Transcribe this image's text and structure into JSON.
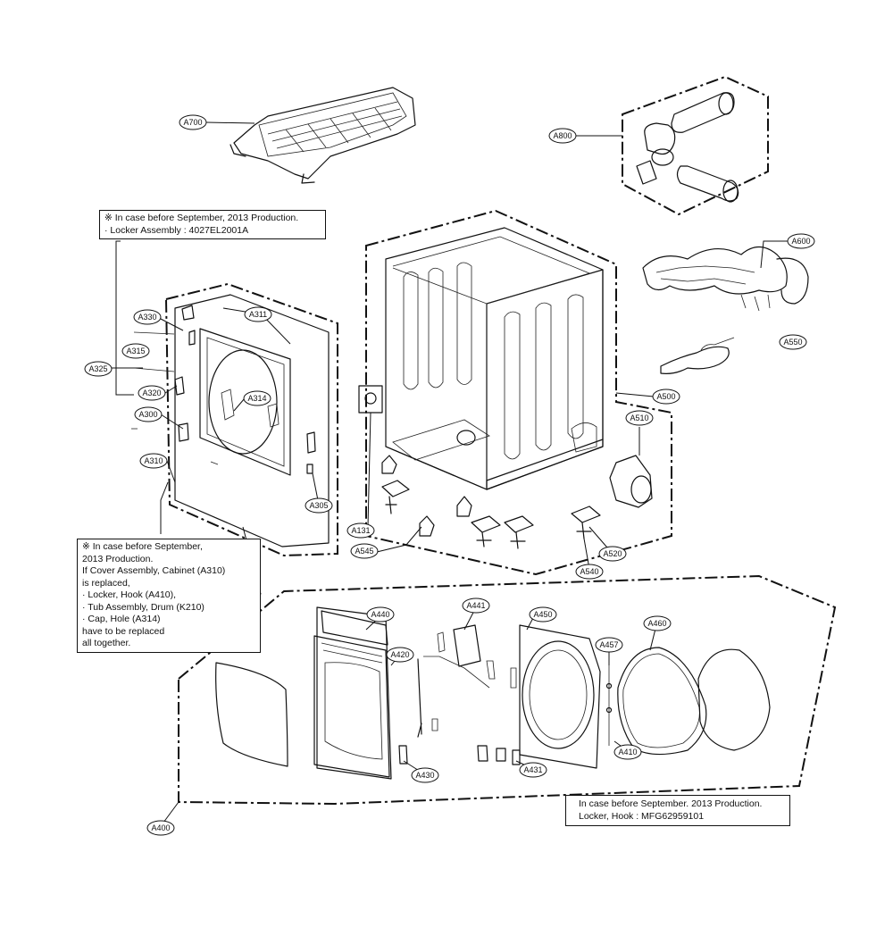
{
  "callouts": {
    "A700": "A700",
    "A800": "A800",
    "A600": "A600",
    "A550": "A550",
    "A500": "A500",
    "A510": "A510",
    "A520": "A520",
    "A540": "A540",
    "A545": "A545",
    "A131": "A131",
    "A330": "A330",
    "A311": "A311",
    "A315": "A315",
    "A325": "A325",
    "A320": "A320",
    "A314": "A314",
    "A300": "A300",
    "A310": "A310",
    "A305": "A305",
    "A440": "A440",
    "A441": "A441",
    "A450": "A450",
    "A457": "A457",
    "A460": "A460",
    "A420": "A420",
    "A430": "A430",
    "A431": "A431",
    "A410": "A410",
    "A400": "A400"
  },
  "notes": {
    "top_left": {
      "line1": "※ In case before September, 2013 Production.",
      "line2": "· Locker Assembly : 4027EL2001A"
    },
    "mid_left": {
      "line1": "※ In case before September,",
      "line2": "2013 Production.",
      "line3": "If Cover Assembly, Cabinet (A310)",
      "line4": "is replaced,",
      "line5": "· Locker, Hook (A410),",
      "line6": "· Tub Assembly, Drum (K210)",
      "line7": "· Cap, Hole (A314)",
      "line8": "have to be replaced",
      "line9": "all together."
    },
    "bottom_right": {
      "line1": "In case before September. 2013 Production.",
      "line2": "Locker, Hook : MFG62959101"
    }
  }
}
